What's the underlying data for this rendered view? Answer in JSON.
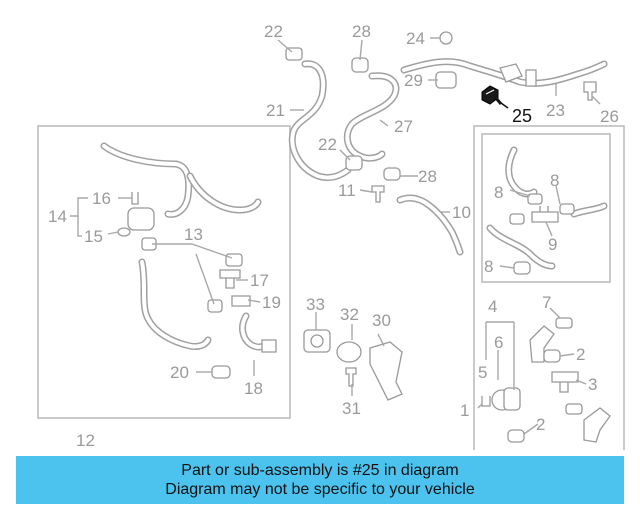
{
  "highlight": {
    "part_number": "25",
    "color": "#111111",
    "icon": "highlighted-bolt-icon"
  },
  "callouts": [
    "22",
    "28",
    "24",
    "29",
    "23",
    "26",
    "21",
    "27",
    "22",
    "28",
    "11",
    "10",
    "16",
    "14",
    "15",
    "13",
    "17",
    "19",
    "20",
    "18",
    "12",
    "33",
    "32",
    "30",
    "31",
    "8",
    "8",
    "9",
    "8",
    "7",
    "4",
    "6",
    "2",
    "5",
    "3",
    "1",
    "2"
  ],
  "banner": {
    "line1": "Part or sub-assembly is #25 in diagram",
    "line2": "Diagram may not be specific to your vehicle",
    "color": "#4cc2ee"
  }
}
